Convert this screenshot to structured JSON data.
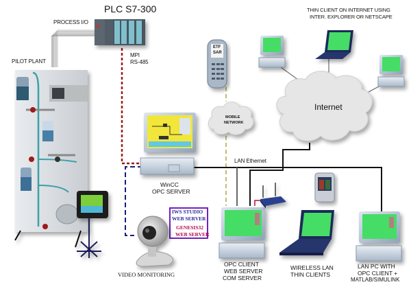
{
  "diagram": {
    "title_plc": "PLC S7-300",
    "labels": {
      "process_io": "PROCESS I/O",
      "pilot_plant": "PILOT PLANT",
      "mpi_line1": "MPI",
      "mpi_line2": "RS-485",
      "thin_client_line1": "THIN CLIENT ON INTERNET USING",
      "thin_client_line2": "INTER. EXPLORER OR NETSCAPE",
      "internet": "Internet",
      "mobile_network_line1": "MOBILE",
      "mobile_network_line2": "NETWORK",
      "phone_screen_line1": "ETF",
      "phone_screen_line2": "SAR",
      "lan_ethernet": "LAN Ethernet",
      "wincc_line1": "WinCC",
      "wincc_line2": "OPC SERVER",
      "web_server_box": {
        "line1": "IWS STUDIO",
        "line2": "WEB SERVER",
        "line3": "GENESIS32",
        "line4": "WEB SERVER"
      },
      "video_monitoring": "VIDEO MONITORING",
      "opc_client_line1": "OPC CLIENT",
      "opc_client_line2": "WEB SERVER",
      "opc_client_line3": "COM SERVER",
      "wireless_line1": "WIRELESS LAN",
      "wireless_line2": "THIN CLIENTS",
      "lan_pc_line1": "LAN PC WITH",
      "lan_pc_line2": "OPC CLIENT +",
      "lan_pc_line3": "MATLAB/SIMULINK"
    },
    "colors": {
      "mpi_line": "#a01818",
      "video_line": "#1a1a7a",
      "mobile_line": "#9a9a2a",
      "lan_line": "#111111",
      "web_box_border": "#7020c0",
      "iws_text": "#2a2a9a",
      "genesis_text": "#b0104a",
      "hmi_screen": "#44dd66",
      "cloud": "#e6e6e6"
    }
  }
}
